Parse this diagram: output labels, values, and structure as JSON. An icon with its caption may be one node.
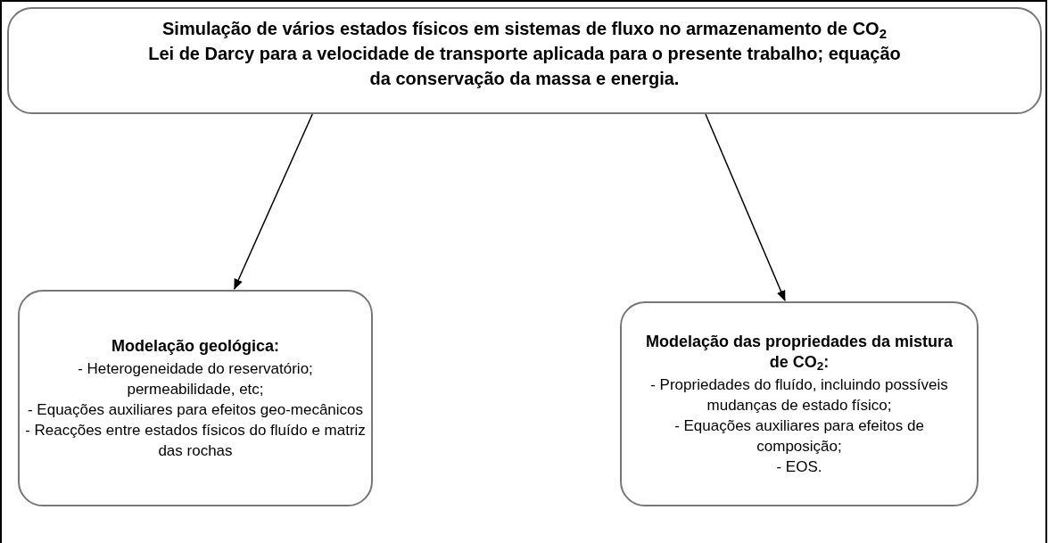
{
  "diagram": {
    "nodes": [
      {
        "text": [
          "Simulação de vários estados físicos em sistemas de fluxo no armazenamento de CO$_{2}$",
          "Lei de Darcy para a velocidade de transporte aplicada para o presente trabalho; equação da conservação da massa e energia."
        ]
      },
      {
        "text": [
          "Modelação geológica:",
          "- Heterogeneidade do reservatório; permeabilidade, etc;",
          "- Equações auxiliares para efeitos geo-mecânicos",
          "- Reacções entre estados físicos do fluído e matriz das rochas"
        ]
      },
      {
        "text": [
          "Modelação das propriedades da mistura de CO$_{2}$:",
          "- Propriedades do fluído, incluindo possíveis mudanças de estado físico;",
          "- Equações auxiliares para efeitos de composição;",
          "- EOS."
        ]
      }
    ],
    "edges": [
      {
        "from": 0,
        "to": 1,
        "arrow": "to"
      },
      {
        "from": 0,
        "to": 2,
        "arrow": "to"
      }
    ]
  }
}
